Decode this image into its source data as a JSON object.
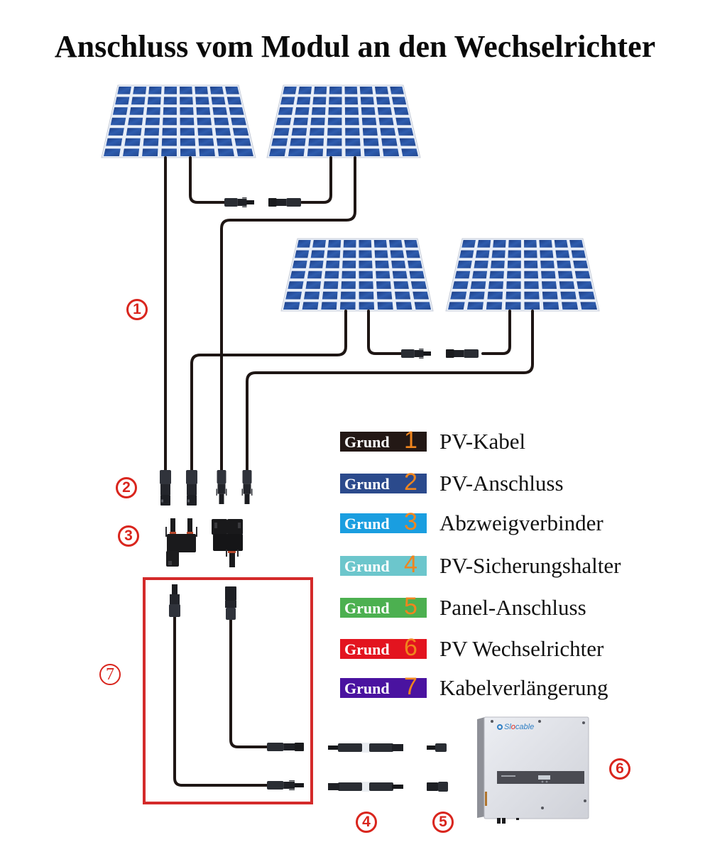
{
  "title": "Anschluss vom Modul an den Wechselrichter",
  "colors": {
    "panel_cell": "#2b58a6",
    "panel_cell_dark": "#1f4489",
    "panel_grid": "#e8eef8",
    "cable": "#1e1614",
    "connector": "#2a2d33",
    "marker": "#d9251d",
    "frame": "#d42a2a",
    "badge_number": "#f0851e",
    "inverter_body": "#dfe0e6",
    "inverter_panel": "#4a4b52"
  },
  "panels": {
    "count": 4,
    "columns": 8,
    "rows": 7
  },
  "markers": [
    {
      "id": "1",
      "glyph": "1",
      "label": "PV-Kabel"
    },
    {
      "id": "2",
      "glyph": "2",
      "label": "PV-Anschluss"
    },
    {
      "id": "3",
      "glyph": "3",
      "label": "Abzweigverbinder"
    },
    {
      "id": "4",
      "glyph": "4",
      "label": "PV-Sicherungshalter"
    },
    {
      "id": "5",
      "glyph": "5",
      "label": "Panel-Anschluss"
    },
    {
      "id": "6",
      "glyph": "6",
      "label": "PV Wechselrichter"
    },
    {
      "id": "7",
      "glyph": "7",
      "label": "Kabelverlängerung"
    }
  ],
  "legend": [
    {
      "badge_word": "Grund",
      "number": "1",
      "text": "PV-Kabel",
      "badge_color": "#231815"
    },
    {
      "badge_word": "Grund",
      "number": "2",
      "text": "PV-Anschluss",
      "badge_color": "#2b4a8c"
    },
    {
      "badge_word": "Grund",
      "number": "3",
      "text": "Abzweigverbinder",
      "badge_color": "#1a9ee0"
    },
    {
      "badge_word": "Grund",
      "number": "4",
      "text": "PV-Sicherungshalter",
      "badge_color": "#6cc6cc"
    },
    {
      "badge_word": "Grund",
      "number": "5",
      "text": "Panel-Anschluss",
      "badge_color": "#4cb050"
    },
    {
      "badge_word": "Grund",
      "number": "6",
      "text": "PV Wechselrichter",
      "badge_color": "#e3141f"
    },
    {
      "badge_word": "Grund",
      "number": "7",
      "text": "Kabelverlängerung",
      "badge_color": "#4a13a0"
    }
  ],
  "inverter": {
    "brand_prefix": "Sl",
    "brand_accent": "o",
    "brand_suffix": "cable"
  }
}
